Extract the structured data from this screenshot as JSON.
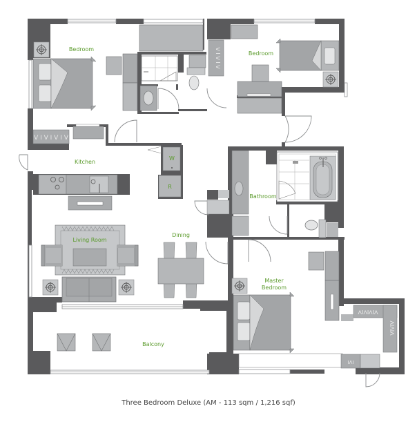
{
  "plan": {
    "title": "Three Bedroom Deluxe (AM - 113 sqm / 1,216 sqf)",
    "colors": {
      "wall": "#5a5a5c",
      "furniture": "#a9abad",
      "furniture_light": "#c6c8ca",
      "furniture_pale": "#e4e5e6",
      "outline": "#7d7f81",
      "label": "#5a9a2a",
      "caption": "#444444"
    },
    "rooms": [
      {
        "id": "bedroom-1",
        "label": "Bedroom"
      },
      {
        "id": "bedroom-2",
        "label": "Bedroom"
      },
      {
        "id": "kitchen",
        "label": "Kitchen"
      },
      {
        "id": "living-room",
        "label": "Living Room"
      },
      {
        "id": "dining",
        "label": "Dining"
      },
      {
        "id": "bathroom",
        "label": "Bathroom"
      },
      {
        "id": "master-bedroom",
        "label": "Master Bedroom",
        "line1": "Master",
        "line2": "Bedroom"
      },
      {
        "id": "balcony",
        "label": "Balcony"
      }
    ],
    "appliances": {
      "washer": "W",
      "refrigerator": "R"
    },
    "icons": [
      "lamp-icon",
      "bed-icon",
      "wardrobe-icon",
      "toilet-icon",
      "sink-icon",
      "bathtub-icon",
      "shower-icon",
      "stove-icon",
      "sofa-icon",
      "armchair-icon",
      "dining-table-icon",
      "door-icon",
      "window-icon",
      "plant-pot-icon"
    ]
  }
}
